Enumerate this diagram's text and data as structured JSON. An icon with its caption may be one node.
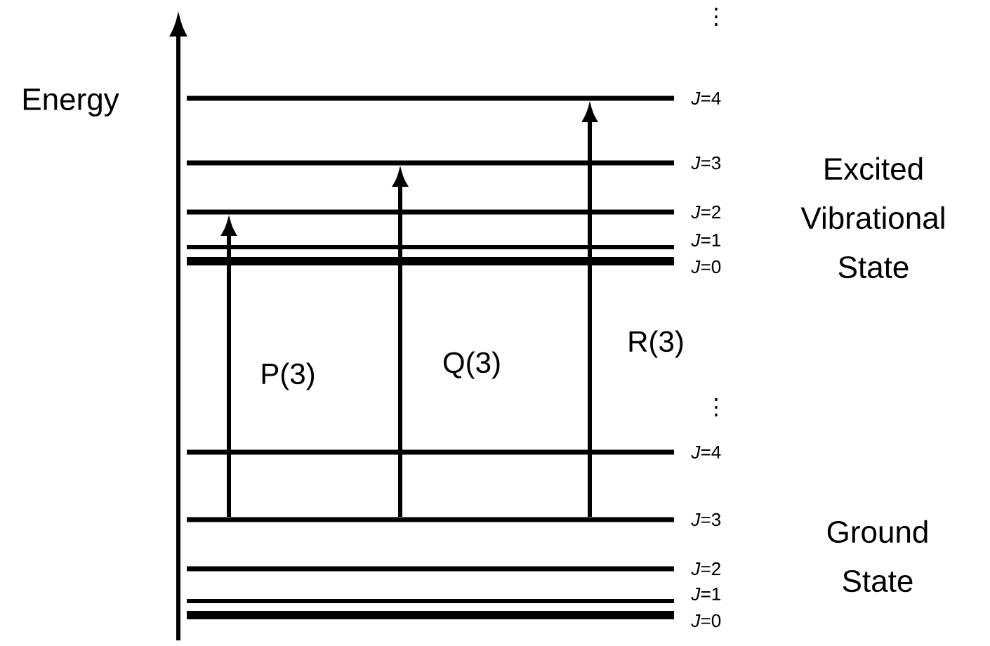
{
  "diagram": {
    "nodes": [
      {
        "text": [],
        "shape": "bar",
        "beside": [
          "*J*=4"
        ]
      },
      {
        "text": [],
        "shape": "bar",
        "beside": [
          "*J*=3"
        ]
      },
      {
        "text": [],
        "shape": "bar",
        "beside": [
          "*J*=2"
        ]
      },
      {
        "text": [],
        "shape": "bar",
        "beside": [
          "*J*=1"
        ]
      },
      {
        "text": [],
        "shape": "bar",
        "beside": [
          "*J*=0"
        ]
      },
      {
        "text": [],
        "shape": "bar",
        "beside": [
          "*J*=4"
        ]
      },
      {
        "text": [],
        "shape": "bar",
        "beside": [
          "*J*=3"
        ]
      },
      {
        "text": [],
        "shape": "bar",
        "beside": [
          "*J*=2"
        ]
      },
      {
        "text": [],
        "shape": "bar",
        "beside": [
          "*J*=1"
        ]
      },
      {
        "text": [],
        "shape": "bar",
        "beside": [
          "*J*=0"
        ]
      }
    ],
    "edges": [
      {
        "from": 6,
        "to": 2,
        "arrow": "to",
        "label": "P(3)"
      },
      {
        "from": 6,
        "to": 1,
        "arrow": "to",
        "label": "Q(3)"
      },
      {
        "from": 6,
        "to": 0,
        "arrow": "to",
        "label": "R(3)"
      }
    ],
    "labels": [
      "⋮",
      "Energy",
      "Excited Vibrational State",
      "⋮",
      "Ground State"
    ]
  }
}
